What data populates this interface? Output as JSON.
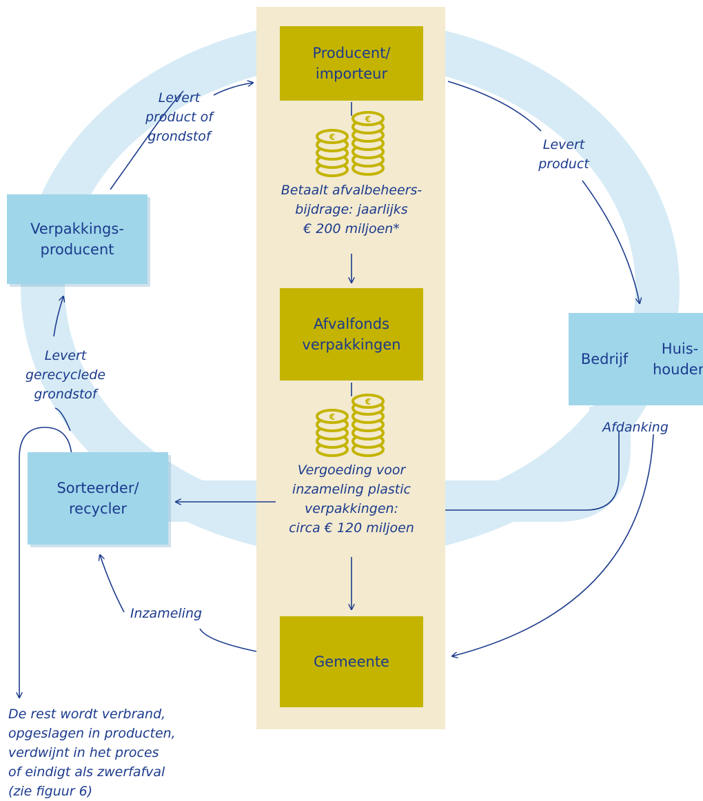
{
  "diagram": {
    "nodes": {
      "producent": {
        "label": "Producent/\nimporteur"
      },
      "afvalfonds": {
        "label": "Afvalfonds\nverpakkingen"
      },
      "gemeente": {
        "label": "Gemeente"
      },
      "verpakkingsproducent": {
        "label": "Verpakkings-\nproducent"
      },
      "sorteerder": {
        "label": "Sorteerder/\nrecycler"
      },
      "bedrijf": {
        "label": "Bedrijf"
      },
      "huishouden": {
        "label": "Huis-\nhouden"
      }
    },
    "labels": {
      "levert_grondstof": "Levert\nproduct of\ngrondstof",
      "levert_product": "Levert\nproduct",
      "betaalt": "Betaalt afvalbeheers-\nbijdrage: jaarlijks\n€ 200 miljoen*",
      "vergoeding": "Vergoeding voor\ninzameling plastic\nverpakkingen:\ncirca € 120 miljoen",
      "levert_gerecyclede": "Levert\ngerecyclede\ngrondstof",
      "afdanking": "Afdanking",
      "inzameling": "Inzameling",
      "rest": "De rest wordt verbrand,\nopgeslagen in producten,\nverdwijnt in het proces\nof eindigt als zwerfafval\n(zie figuur 6)"
    },
    "colors": {
      "ring": "#d6ebf5",
      "center_panel": "#f3ead0",
      "node_olive": "#c4b400",
      "node_blue": "#9fd6ea",
      "text": "#1b3a8c",
      "coins": "#c4b400"
    },
    "icons": [
      "coins-icon",
      "coins-icon"
    ]
  }
}
